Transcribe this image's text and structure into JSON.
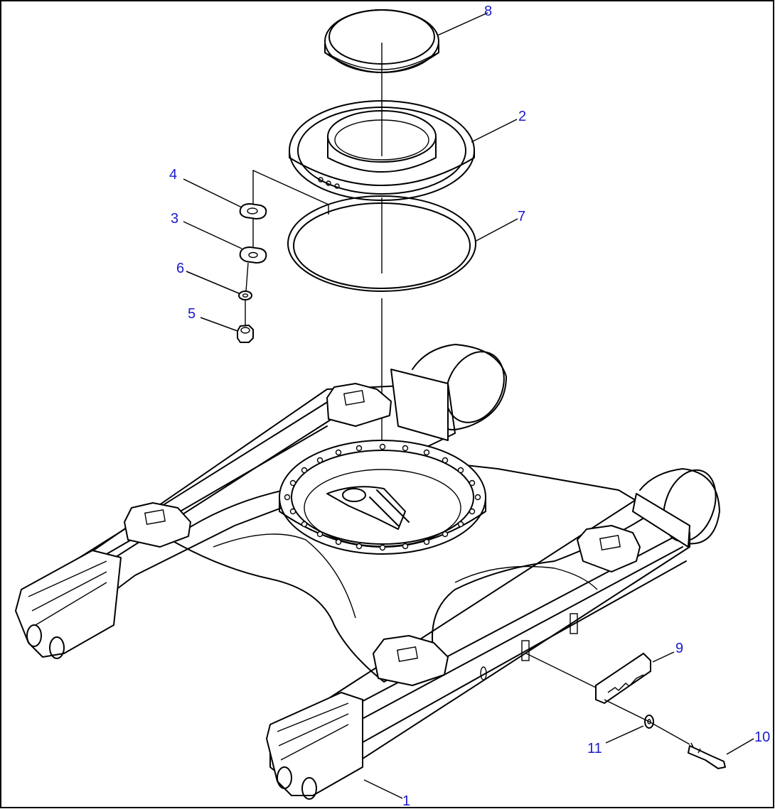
{
  "colors": {
    "background": "#ffffff",
    "line_art": "#000000",
    "callout_text": "#1a1acc"
  },
  "callouts": {
    "c1": "1",
    "c2": "2",
    "c3": "3",
    "c4": "4",
    "c5": "5",
    "c6": "6",
    "c7": "7",
    "c8": "8",
    "c9": "9",
    "c10": "10",
    "c11": "11"
  }
}
